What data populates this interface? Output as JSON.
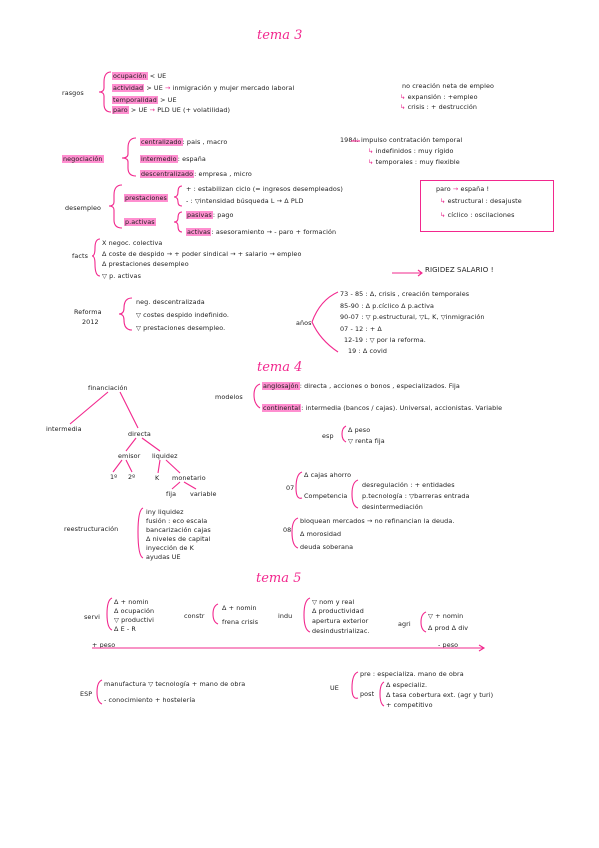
{
  "page": {
    "title3": "tema 3",
    "title4": "tema 4",
    "title5": "tema 5"
  },
  "t3": {
    "rasgos": "rasgos",
    "r1a": "ocupación",
    "r1b": "< UE",
    "r2a": "actividad",
    "r2b": "> UE",
    "r2c": "inmigración y mujer mercado laboral",
    "r3a": "temporalidad",
    "r3b": "> UE",
    "r4a": "paro",
    "r4b": "> UE",
    "r4c": "PLD UE (+ volatilidad)",
    "n1": "no creación neta de empleo",
    "n2": "expansión : +empleo",
    "n3": "crisis : + destrucción",
    "negociacion": "negociación",
    "neg1a": "centralizado",
    "neg1b": ": pais , macro",
    "neg2a": "intermedio",
    "neg2b": ": españa",
    "neg3a": "descentralizado",
    "neg3b": ": empresa , micro",
    "y1984": "1984: impulso contratación temporal",
    "indef": "indefinidos : muy rígido",
    "temps": "temporales : muy flexible",
    "desempleo": "desempleo",
    "prest": "prestaciones",
    "prest1": "+ : estabilizan ciclo (= ingresos desempleados)",
    "prest2": "- : ▽intensidad búsqueda  L → Δ PLD",
    "pact": "p.activas",
    "pas": "pasivas",
    "pas2": ": pago",
    "act": "activas",
    "act2": ": asesoramiento → - paro + formación",
    "paro": "paro",
    "paro2": "españa !",
    "estr": "estructural : desajuste",
    "cicl": "cíclico : oscilaciones",
    "facts": "facts",
    "f1": "X negoc. colectiva",
    "f2": "Δ coste de despido → + poder sindical → + salario → empleo",
    "f3": "Δ prestaciones desempleo",
    "f4": "▽ p. activas",
    "rigidez": "RIGIDEZ SALARIO !",
    "reforma": "Reforma",
    "reforma2": "2012",
    "ref1": "neg. descentralizada",
    "ref2": "▽ costes despido indefinido.",
    "ref3": "▽ prestaciones desempleo.",
    "anos": "años",
    "a1": "73 - 85 : Δ, crisis , creación temporales",
    "a2": "85-90 : Δ p.cíclico  Δ p.activa",
    "a3": "90-07 : ▽ p.estructural, ▽L, K, ▽inmigración",
    "a4": "07 - 12 : + Δ",
    "a5": "12-19 : ▽ por la reforma.",
    "a6": "19 : Δ covid"
  },
  "t4": {
    "financiacion": "financiación",
    "intermedia": "intermedia",
    "directa": "directa",
    "emisor": "emisor",
    "liquidez": "liquidez",
    "e1": "1º",
    "e2": "2º",
    "k": "K",
    "monetario": "monetario",
    "fija": "fija",
    "variable": "variable",
    "modelos": "modelos",
    "anglo": "anglosajón",
    "anglo2": ": directa , acciones o bonos , especializados. Fija",
    "conti": "continental",
    "conti2": ": intermedia (bancos / cajas). Universal, accionistas. Variable",
    "esp": "esp",
    "esp1": "Δ peso",
    "esp2": "▽ renta fija",
    "c07a": "07",
    "cajas": "Δ cajas ahorro",
    "compet": "Competencia",
    "comp1": "desregulación : + entidades",
    "comp2": "p.tecnología : ▽barreras entrada",
    "comp3": "desintermediación",
    "reest": "reestructuración",
    "re1": "iny liquidez",
    "re2": "fusión : eco escala",
    "re3": "bancarización cajas",
    "re4": "Δ niveles de capital",
    "re5": "inyección de K",
    "re6": "ayudas UE",
    "c08": "08",
    "b1": "bloquean mercados → no refinancian la deuda.",
    "b2": "Δ morosidad",
    "b3": "deuda soberana"
  },
  "t5": {
    "servi": "servi",
    "s1": "Δ + nomin",
    "s2": "Δ ocupación",
    "s3": "▽ productivi",
    "s4": "Δ E - R",
    "constr": "constr",
    "c1": "Δ + nomin",
    "c2": "frena crisis",
    "indu": "indu",
    "i1": "▽ nom y real",
    "i2": "Δ productividad",
    "i3": "apertura exterior",
    "i4": "desindustrializac.",
    "agri": "agri",
    "ag1": "▽ + nomin",
    "ag2": "Δ prod Δ div",
    "mpeso": "+ peso",
    "lpeso": "- peso",
    "espl": "ESP",
    "esp1": "manufactura ▽ tecnología + mano de obra",
    "esp2": "- conocimiento + hostelería",
    "ue": "UE",
    "pre": "pre : especializa. mano de obra",
    "post": "post",
    "p1": "Δ especializ.",
    "p2": "Δ tasa cobertura ext. (agr y turi)",
    "p3": "+ competitivo"
  }
}
